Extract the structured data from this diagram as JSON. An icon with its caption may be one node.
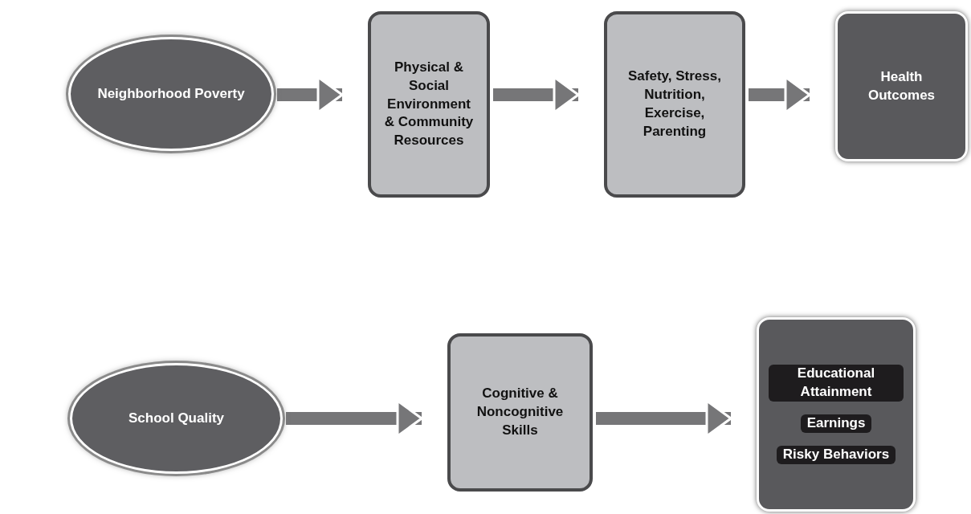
{
  "diagram": {
    "nodes": [
      {
        "text": [
          "Neighborhood Poverty"
        ]
      },
      {
        "text": [
          "Physical & Social Environment & Community Resources"
        ]
      },
      {
        "text": [
          "Safety, Stress, Nutrition, Exercise, Parenting"
        ]
      },
      {
        "text": [
          "Health Outcomes"
        ]
      },
      {
        "text": [
          "School Quality"
        ]
      },
      {
        "text": [
          "Cognitive & Noncognitive Skills"
        ]
      },
      {
        "text": [
          "Educational Attainment",
          "Earnings",
          "Risky Behaviors"
        ]
      }
    ],
    "edges": [
      {
        "from": 0,
        "to": 1,
        "arrow": "to"
      },
      {
        "from": 1,
        "to": 2,
        "arrow": "to"
      },
      {
        "from": 2,
        "to": 3,
        "arrow": "to"
      },
      {
        "from": 4,
        "to": 5,
        "arrow": "to"
      },
      {
        "from": 5,
        "to": 6,
        "arrow": "to"
      }
    ]
  }
}
